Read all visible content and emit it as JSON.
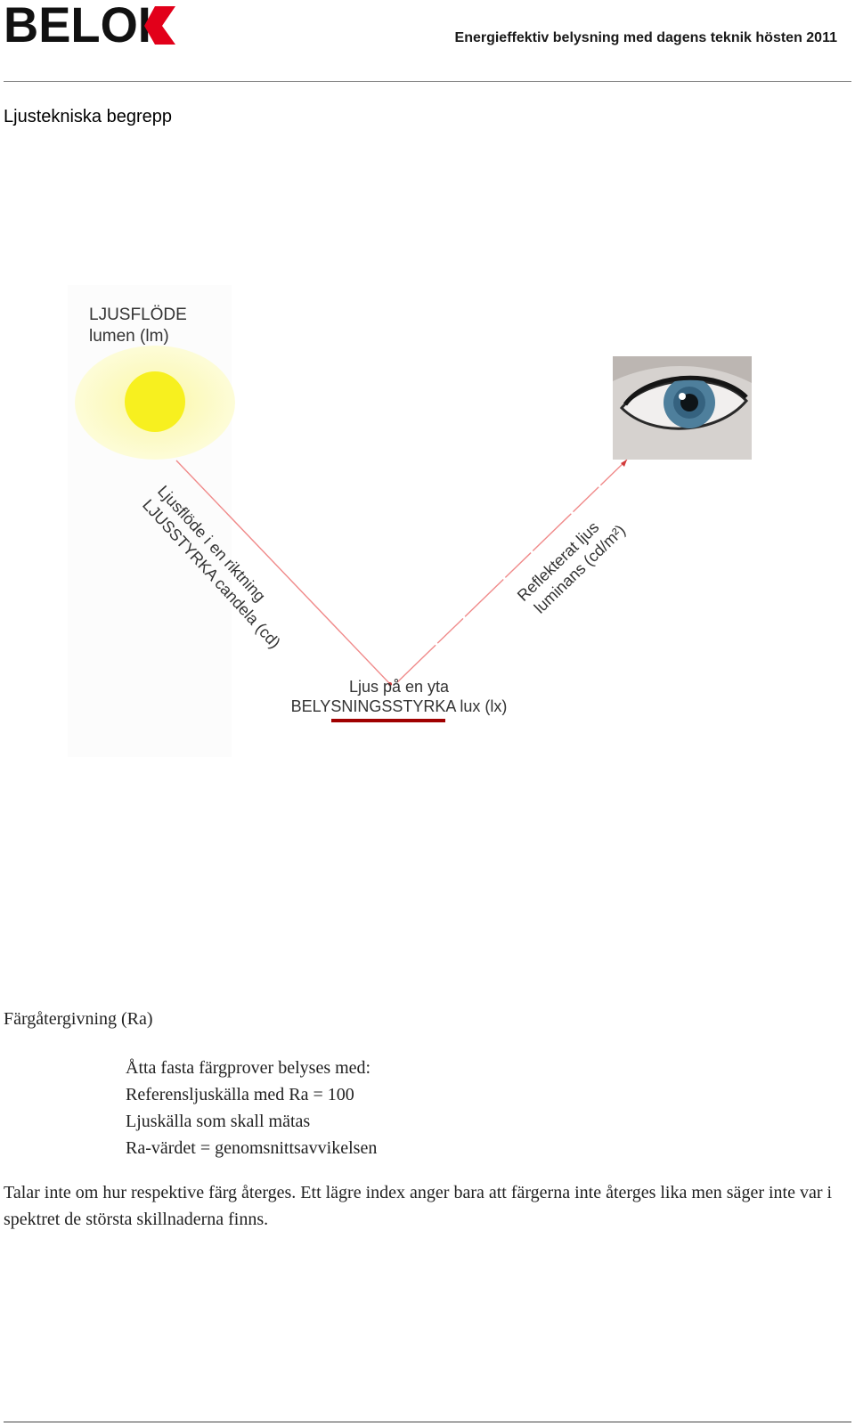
{
  "header": {
    "logo_text": "BELOK",
    "title": "Energieffektiv belysning med dagens teknik hösten 2011",
    "colors": {
      "logo_black": "#111111",
      "logo_red": "#e2001a"
    }
  },
  "section_heading": "Ljustekniska begrepp",
  "diagram": {
    "source_label": "LJUSFLÖDE",
    "source_unit": "lumen (lm)",
    "incident_label_1": "Ljusflöde i en riktning",
    "incident_label_2": "LJUSSTYRKA candela (cd)",
    "surface_label_1": "Ljus på en yta",
    "surface_label_2": "BELYSNINGSSTYRKA lux (lx)",
    "reflected_label_1": "Reflekterat ljus",
    "reflected_label_2": "luminans (cd/m²)",
    "colors": {
      "sun_glow": "#fdfcd0",
      "sun_core": "#f7f01f",
      "ray": "#f08a8a",
      "surface_bar": "#a00000"
    },
    "icons": [
      "sun-icon",
      "eye-photo"
    ]
  },
  "color_rendering": {
    "heading": "Färgåtergivning (Ra)",
    "items": [
      "Åtta fasta färgprover belyses med:",
      "Referensljuskälla med Ra = 100",
      "Ljuskälla som skall mätas",
      "Ra-värdet = genomsnittsavvikelsen"
    ],
    "paragraph": "Talar inte om hur respektive färg återges. Ett lägre index anger bara att färgerna inte återges lika men säger inte var i spektret de största skillnaderna finns."
  }
}
